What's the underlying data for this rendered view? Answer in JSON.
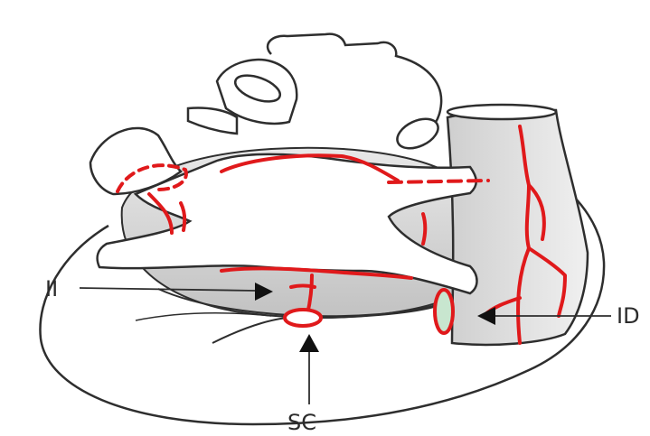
{
  "labels": {
    "ii": "II",
    "id": "ID",
    "sc": "SC"
  },
  "colors": {
    "outline": "#2e2e2e",
    "vessel": "#e0191b",
    "shade": "#d4d4d4",
    "shade_dark": "#b9b9b9",
    "accent_fill": "#c8e6cf",
    "background": "#ffffff"
  }
}
